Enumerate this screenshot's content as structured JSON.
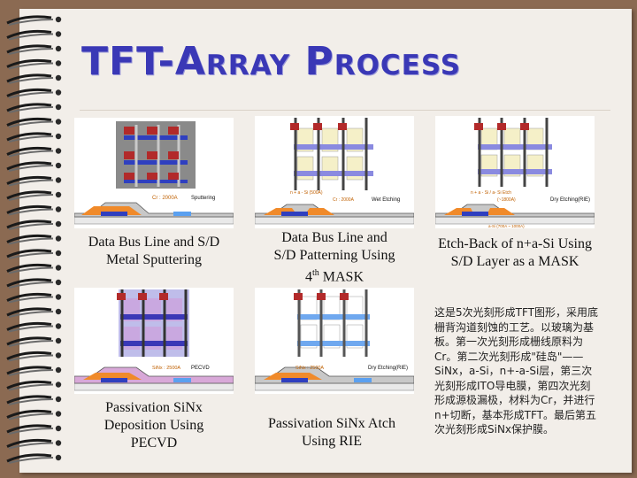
{
  "title": "TFT-Array Process",
  "captions": {
    "p1": "Data Bus Line and S/D Metal Sputtering",
    "p2_line1": "Data Bus Line and",
    "p2_line2": "S/D Patterning Using",
    "p2_num": "4",
    "p2_sup": "th",
    "p2_end": " MASK",
    "p3": "Etch-Back of n+a-Si Using S/D Layer as a MASK",
    "p4": "Passivation SiNx Deposition Using PECVD",
    "p5": "Passivation SiNx Atch Using RIE"
  },
  "panel_labels": {
    "p1_cr": "Cr : 2000A",
    "p1_step": "Sputtering",
    "p2_nasi": "n + a - Si (500A)",
    "p2_cr": "Cr : 2000A",
    "p2_step": "Wet Etching",
    "p3_etch": "n + a - Si / a- Si Etch",
    "p3_thick": "(~1800A)",
    "p3_step": "Dry Etching(RIE)",
    "p3_asi": "a-Si (700A ~ 1000A)",
    "p4_sinx": "SiNx : 2500A",
    "p4_step": "PECVD",
    "p5_sinx": "SiNx : 2500A",
    "p5_step": "Dry Etching(RIE)"
  },
  "note": "这是5次光刻形成TFT图形，采用底栅背沟道刻蚀的工艺。以玻璃为基板。第一次光刻形成栅线原料为Cr。第二次光刻形成\"硅岛\"——SiNx，a-Si，n+-a-Si层，第三次光刻形成ITO导电膜，第四次光刻形成源极漏极，材料为Cr，并进行n+切断，基本形成TFT。最后第五次光刻形成SiNx保护膜。",
  "colors": {
    "title": "#3a38b6",
    "paper": "#f2eee9",
    "background": "#8b6a52"
  }
}
